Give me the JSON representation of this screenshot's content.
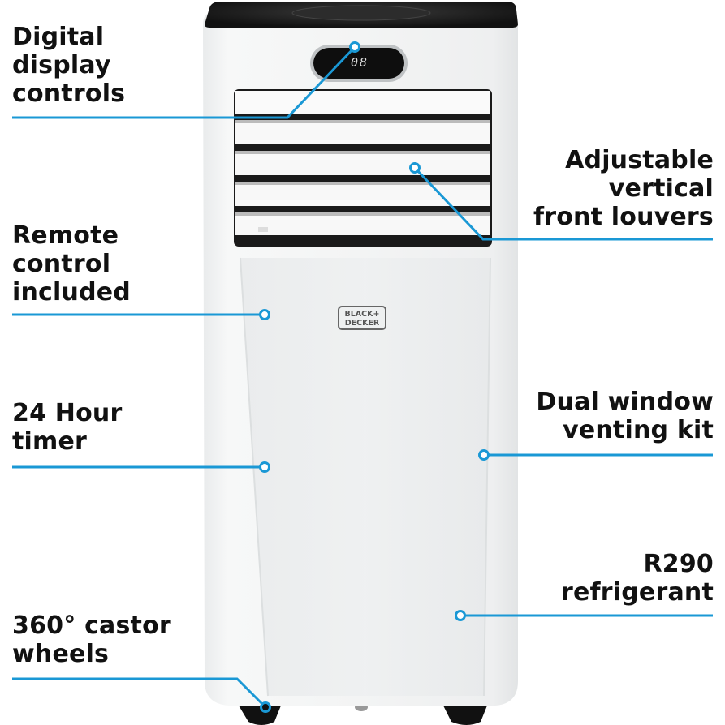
{
  "product": {
    "brand_logo": {
      "line1": "BLACK+",
      "line2": "DECKER"
    },
    "display_value": "08",
    "accent_color": "#1a98d5"
  },
  "callouts": {
    "left": [
      {
        "id": "digital-display",
        "lines": [
          "Digital",
          "display",
          "controls"
        ]
      },
      {
        "id": "remote-control",
        "lines": [
          "Remote",
          "control",
          "included"
        ]
      },
      {
        "id": "timer",
        "lines": [
          "24 Hour",
          "timer"
        ]
      },
      {
        "id": "castor-wheels",
        "lines": [
          "360° castor",
          "wheels"
        ]
      }
    ],
    "right": [
      {
        "id": "louvers",
        "lines": [
          "Adjustable",
          "vertical",
          "front louvers"
        ]
      },
      {
        "id": "venting-kit",
        "lines": [
          "Dual window",
          "venting kit"
        ]
      },
      {
        "id": "refrigerant",
        "lines": [
          "R290",
          "refrigerant"
        ]
      }
    ]
  }
}
